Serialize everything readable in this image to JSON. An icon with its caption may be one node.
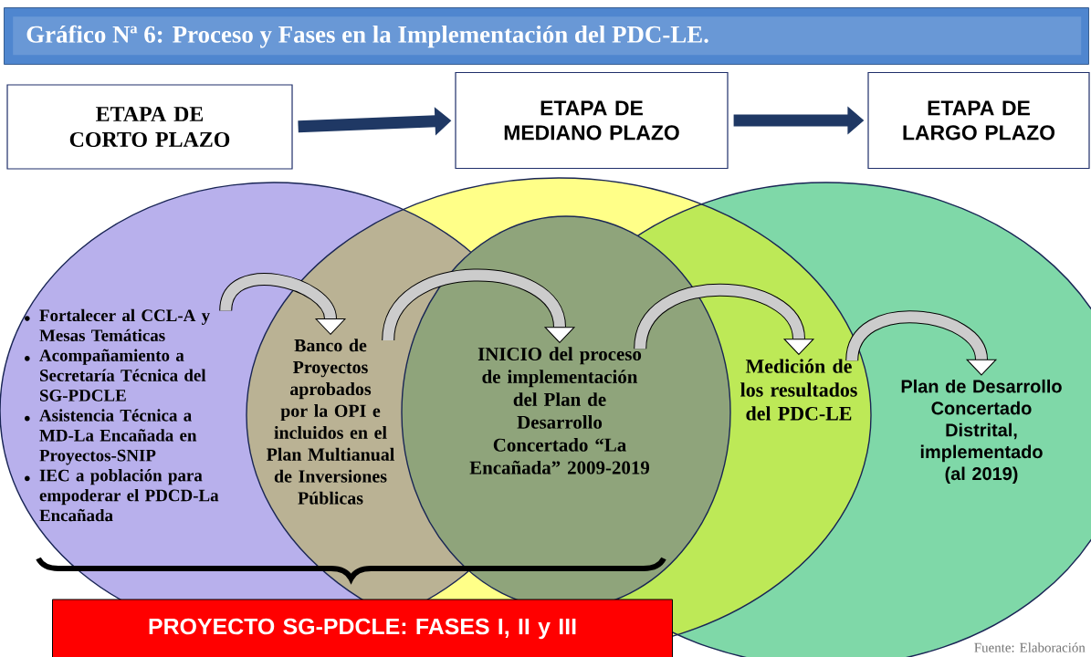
{
  "diagram": {
    "title": "Gráfico Nª 6: Proceso y Fases en la Implementación del PDC-LE.",
    "nodes": [
      {
        "text": [
          "ETAPA DE CORTO PLAZO"
        ]
      },
      {
        "text": [
          "ETAPA DE MEDIANO PLAZO"
        ]
      },
      {
        "text": [
          "ETAPA DE LARGO PLAZO"
        ]
      },
      {
        "text": [
          "Fortalecer al CCL-A y Mesas Temáticas",
          "Acompañamiento a Secretaría Técnica del SG-PDCLE",
          "Asistencia Técnica a MD-La Encañada en Proyectos-SNIP",
          "IEC a población para empoderar el PDCD-La Encañada"
        ]
      },
      {
        "text": [
          "Banco de Proyectos aprobados por la OPI e incluidos en el Plan Multianual de Inversiones Públicas"
        ]
      },
      {
        "text": [
          "INICIO del proceso de implementación del Plan de Desarrollo Concertado “La Encañada” 2009-2019"
        ]
      },
      {
        "text": [
          "Medición de los resultados del PDC-LE"
        ]
      },
      {
        "text": [
          "Plan de Desarrollo Concertado Distrital, implementado (al 2019)"
        ]
      },
      {
        "text": [
          "PROYECTO SG-PDCLE: FASES I, II y III"
        ]
      }
    ],
    "edges": [
      {
        "from": 0,
        "to": 1,
        "arrow": "to",
        "color": "#1f3864"
      },
      {
        "from": 1,
        "to": 2,
        "arrow": "to",
        "color": "#1f3864"
      },
      {
        "from": 3,
        "to": 4,
        "arrow": "to"
      },
      {
        "from": 4,
        "to": 5,
        "arrow": "to"
      },
      {
        "from": 5,
        "to": 6,
        "arrow": "to"
      },
      {
        "from": 6,
        "to": 7,
        "arrow": "to"
      }
    ],
    "labels": [
      "Fuente: Elaboración"
    ]
  }
}
